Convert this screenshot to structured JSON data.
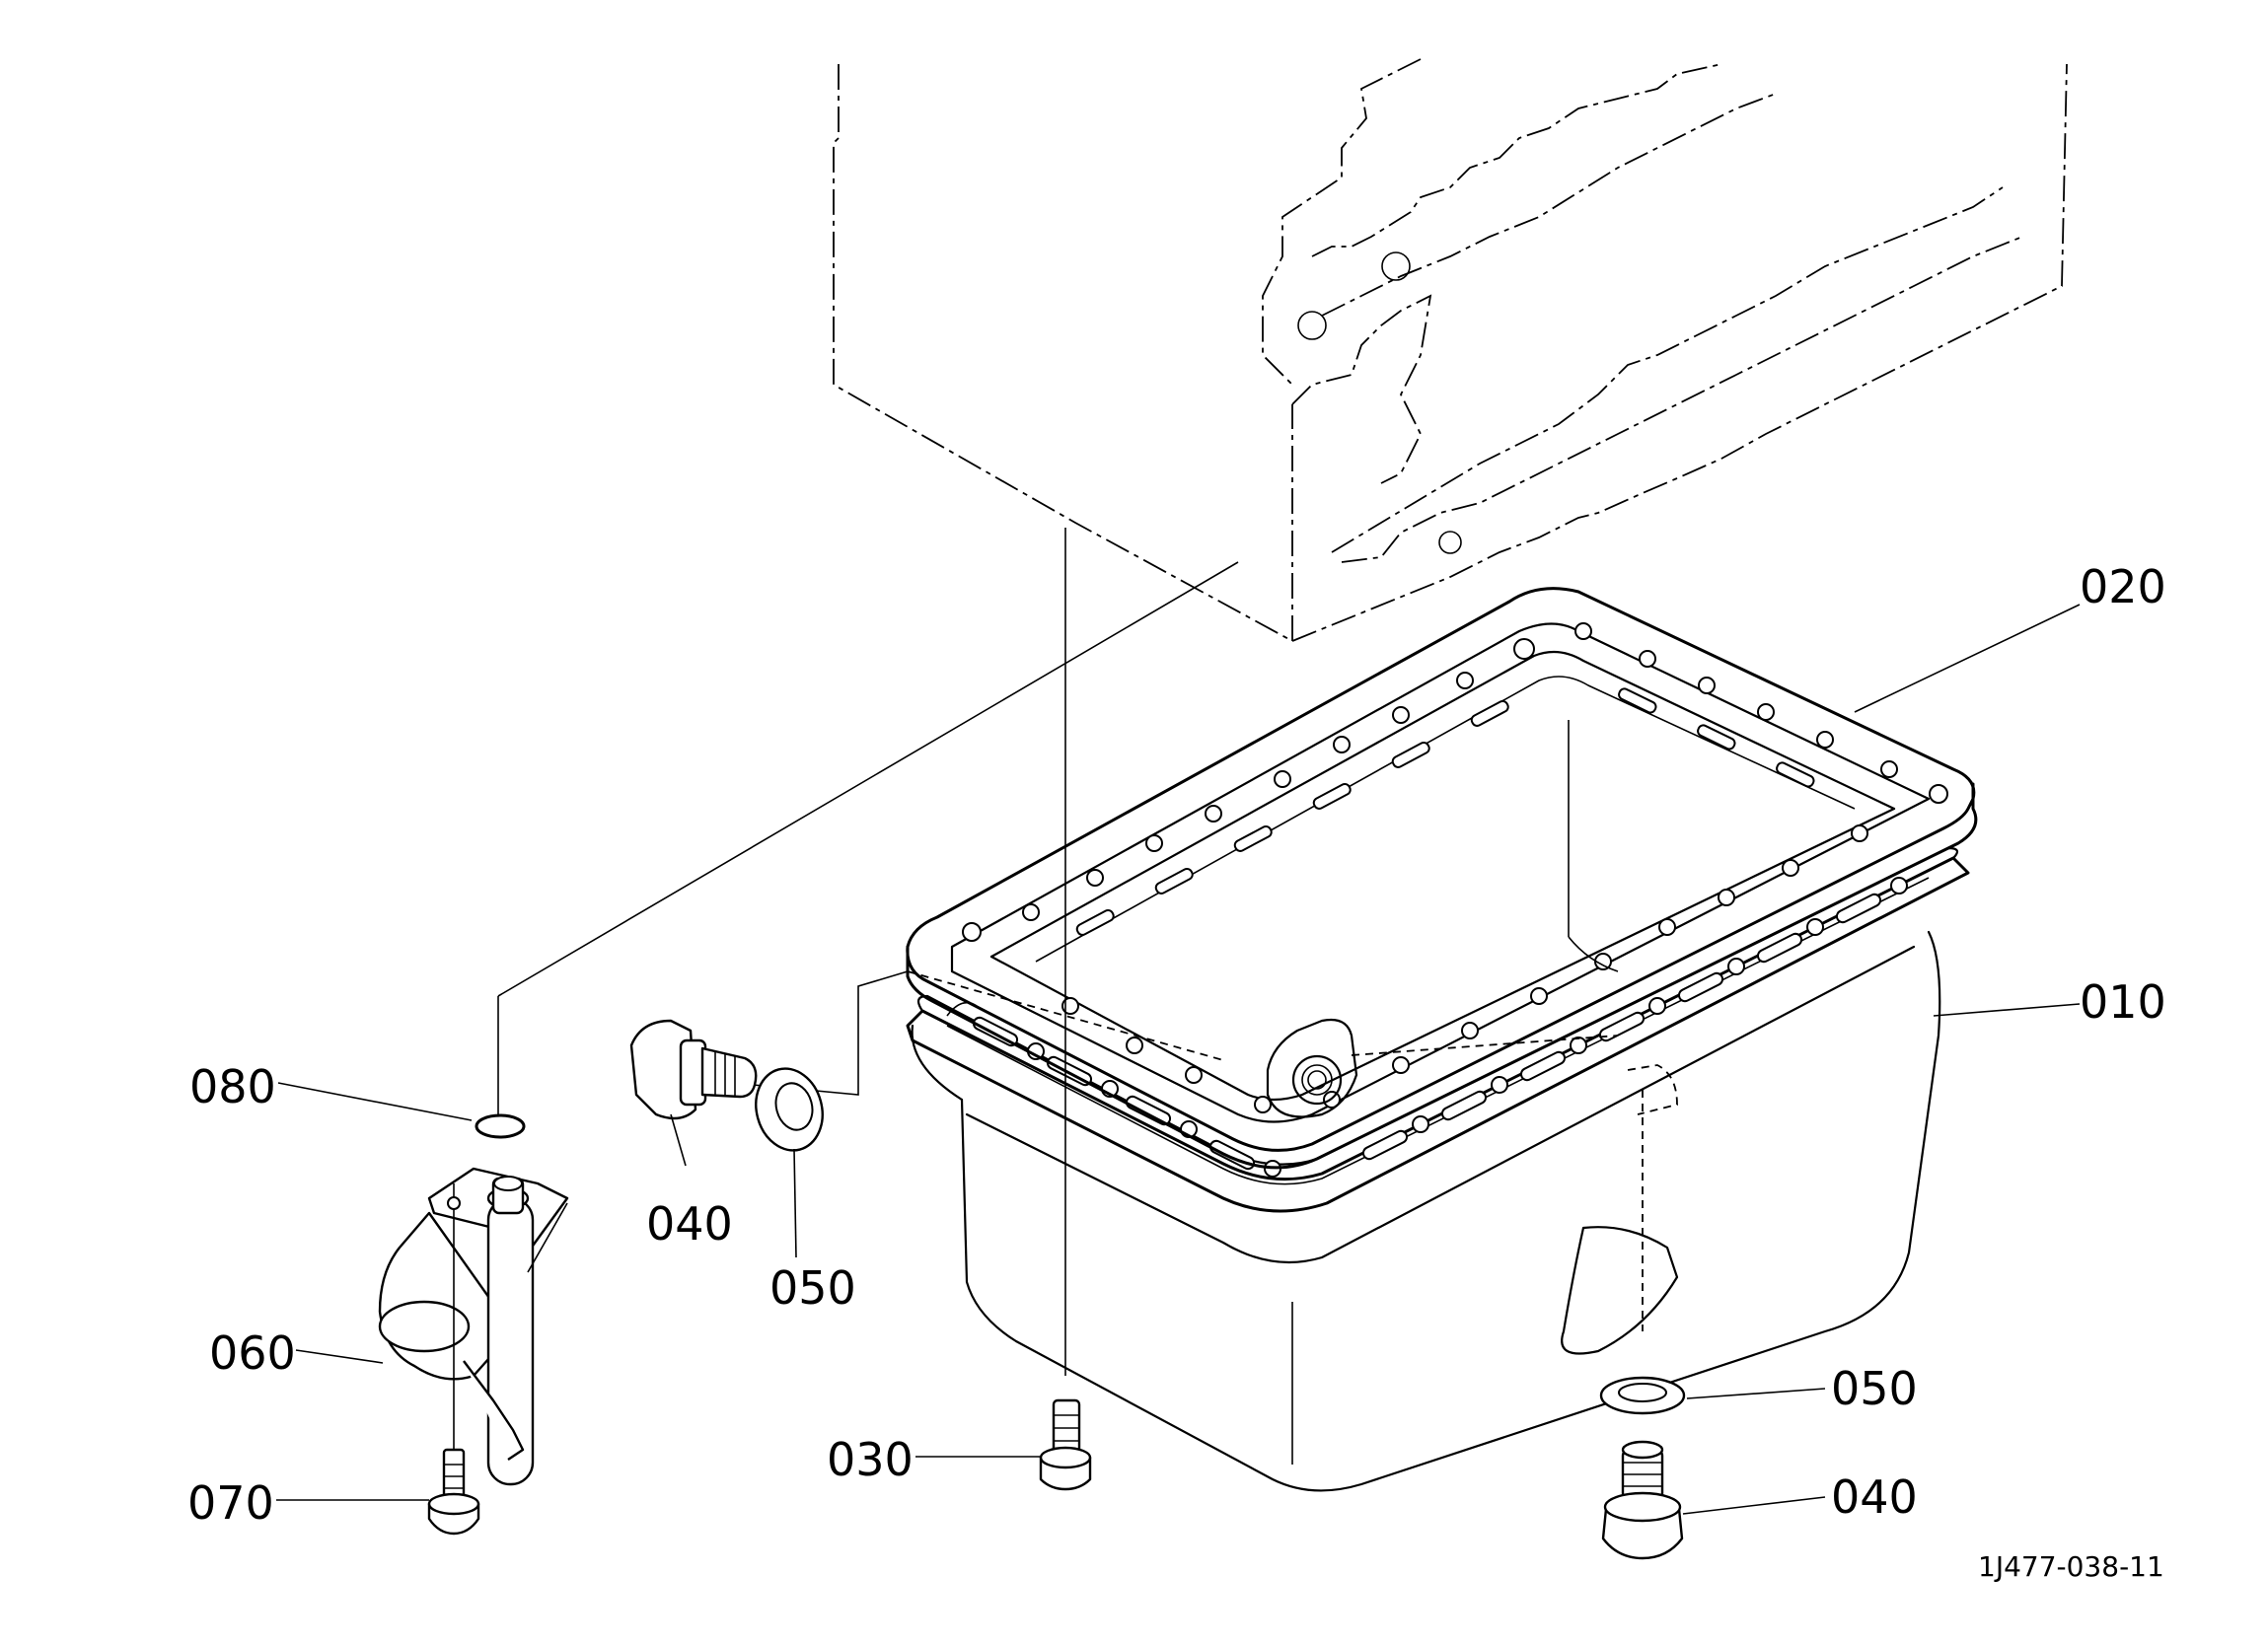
{
  "diagram": {
    "drawing_code": "1J477-038-11",
    "callouts": [
      {
        "id": "c020",
        "text": "020"
      },
      {
        "id": "c010",
        "text": "010"
      },
      {
        "id": "c080",
        "text": "080"
      },
      {
        "id": "c040a",
        "text": "040"
      },
      {
        "id": "c050a",
        "text": "050"
      },
      {
        "id": "c060",
        "text": "060"
      },
      {
        "id": "c070",
        "text": "070"
      },
      {
        "id": "c030",
        "text": "030"
      },
      {
        "id": "c050b",
        "text": "050"
      },
      {
        "id": "c040b",
        "text": "040"
      }
    ]
  }
}
